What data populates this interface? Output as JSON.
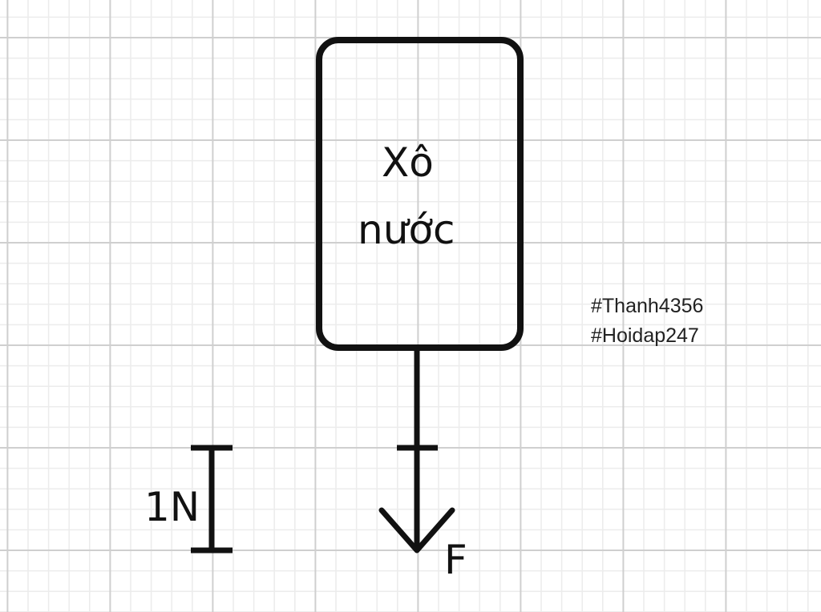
{
  "box": {
    "line1": "Xô",
    "line2": "nước"
  },
  "force_label": "F",
  "scale_label": "1N",
  "tags": [
    "#Thanh4356",
    "#Hoidap247"
  ],
  "colors": {
    "ink": "#111111",
    "grid_major": "#cfcfcf",
    "grid_minor": "#ececec"
  }
}
